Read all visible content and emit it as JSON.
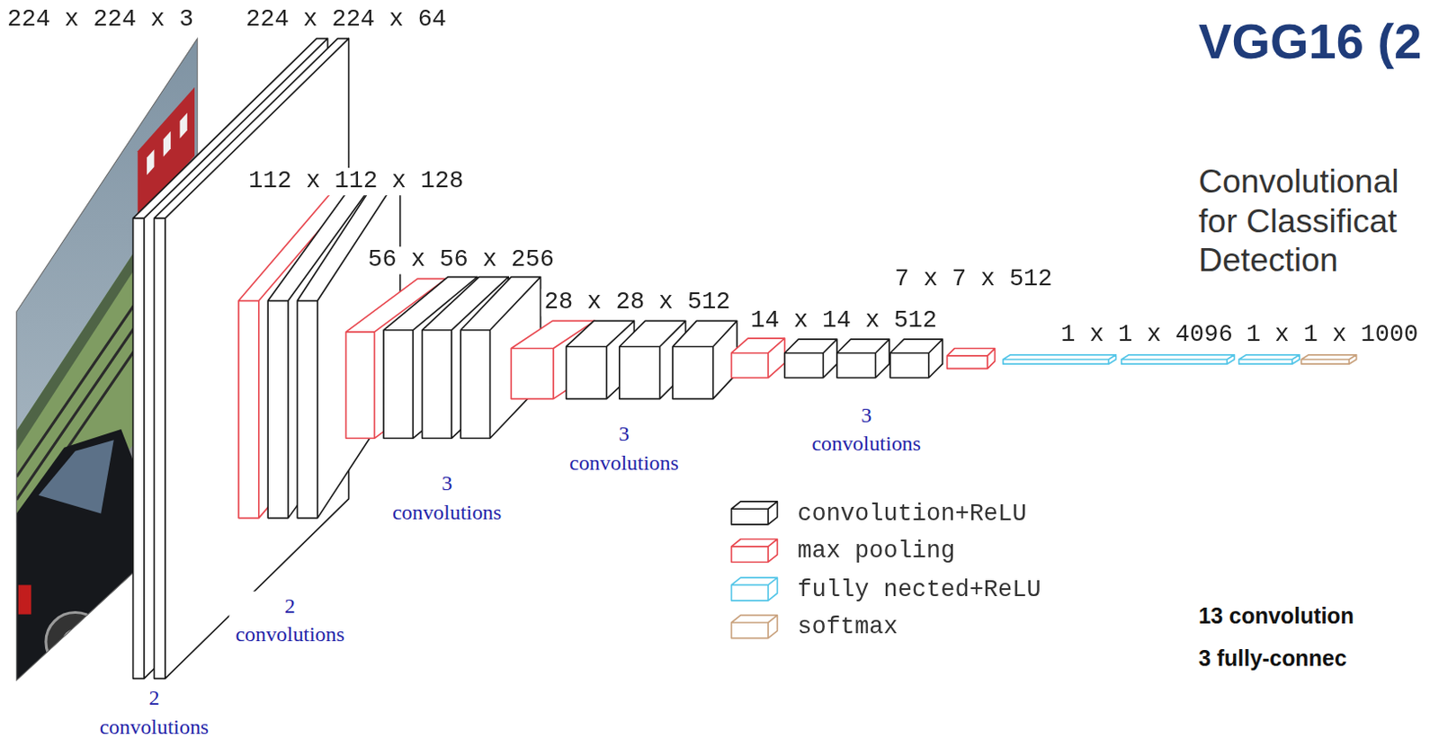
{
  "diagram": {
    "title": "VGG16 (2",
    "labels": [
      "224 x 224 x 3",
      "224 x 224 x 64",
      "112 x 112 x 128",
      "56 x 56 x 256",
      "28 x 28 x 512",
      "7 x 7 x 512",
      "14 x 14 x 512",
      "1 x 1 x 4096",
      "1 x 1 x 1000",
      "Convolutional for Classificat Detection",
      "2 convolutions",
      "3 convolutions",
      "3 convolutions",
      "3 convolutions",
      "2 convolutions",
      "13 convolution",
      "3 fully-connec"
    ],
    "legend": [
      {
        "text": "convolution+ReLU",
        "color": "#1a1a1a"
      },
      {
        "text": "max pooling",
        "color": "#e8474f"
      },
      {
        "text": "fully nected+ReLU",
        "color": "#55c6e8"
      },
      {
        "text": "softmax",
        "color": "#c9a27e"
      }
    ]
  }
}
